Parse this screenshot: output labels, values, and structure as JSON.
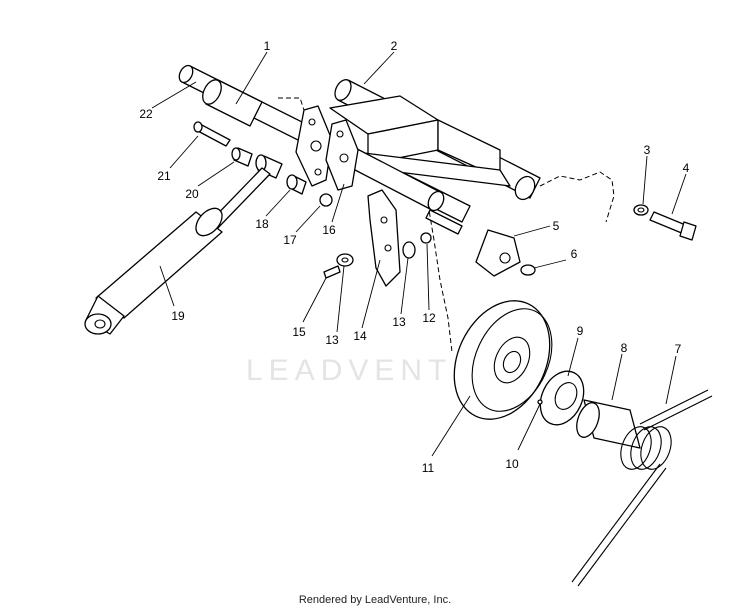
{
  "watermark": "LEADVENTURE",
  "footer": "Rendered by LeadVenture, Inc.",
  "callouts": [
    {
      "id": "1",
      "text": "1"
    },
    {
      "id": "2",
      "text": "2"
    },
    {
      "id": "3",
      "text": "3"
    },
    {
      "id": "4",
      "text": "4"
    },
    {
      "id": "5",
      "text": "5"
    },
    {
      "id": "6",
      "text": "6"
    },
    {
      "id": "7",
      "text": "7"
    },
    {
      "id": "8",
      "text": "8"
    },
    {
      "id": "9",
      "text": "9"
    },
    {
      "id": "10",
      "text": "10"
    },
    {
      "id": "11",
      "text": "11"
    },
    {
      "id": "12",
      "text": "12"
    },
    {
      "id": "13a",
      "text": "13"
    },
    {
      "id": "13b",
      "text": "13"
    },
    {
      "id": "14",
      "text": "14"
    },
    {
      "id": "15",
      "text": "15"
    },
    {
      "id": "16",
      "text": "16"
    },
    {
      "id": "17",
      "text": "17"
    },
    {
      "id": "18",
      "text": "18"
    },
    {
      "id": "19",
      "text": "19"
    },
    {
      "id": "20",
      "text": "20"
    },
    {
      "id": "21",
      "text": "21"
    },
    {
      "id": "22",
      "text": "22"
    }
  ]
}
